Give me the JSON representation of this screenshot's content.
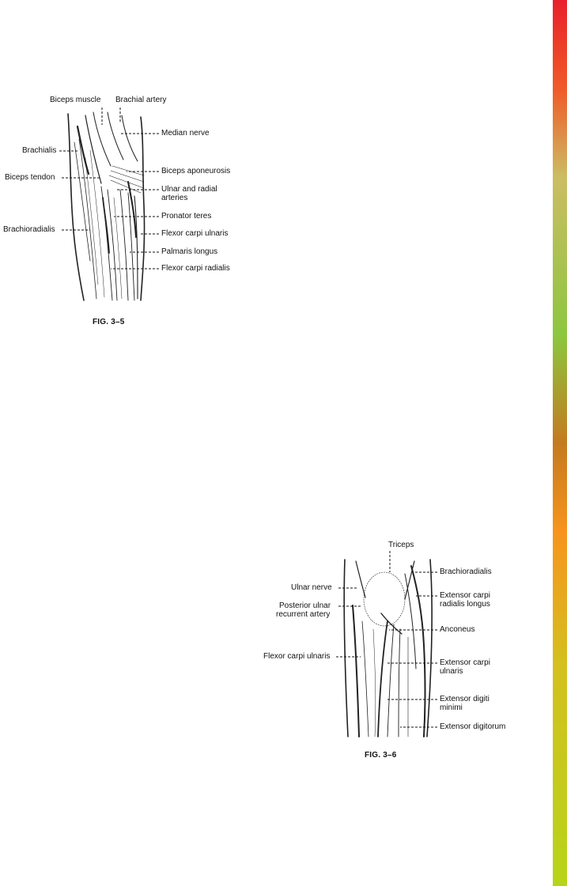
{
  "page_colors": {
    "background": "#ffffff",
    "edge_gradient": [
      "#e8202a",
      "#f05a28",
      "#cbbd63",
      "#8cc63f",
      "#c47a1e",
      "#f7941d",
      "#d4c01e",
      "#b7d41a"
    ]
  },
  "figure_3_5": {
    "caption": "FIG. 3–5",
    "labels": {
      "biceps_muscle": "Biceps muscle",
      "brachial_artery": "Brachial artery",
      "median_nerve": "Median nerve",
      "brachialis": "Brachialis",
      "biceps_aponeurosis": "Biceps aponeurosis",
      "biceps_tendon": "Biceps tendon",
      "ulnar_radial_arteries_1": "Ulnar and radial",
      "ulnar_radial_arteries_2": "arteries",
      "pronator_teres": "Pronator teres",
      "brachioradialis": "Brachioradialis",
      "flexor_carpi_ulnaris": "Flexor carpi ulnaris",
      "palmaris_longus": "Palmaris longus",
      "flexor_carpi_radialis": "Flexor carpi radialis"
    }
  },
  "figure_3_6": {
    "caption": "FIG. 3–6",
    "labels": {
      "triceps": "Triceps",
      "brachioradialis": "Brachioradialis",
      "ulnar_nerve": "Ulnar nerve",
      "extensor_carpi_radialis_longus_1": "Extensor carpi",
      "extensor_carpi_radialis_longus_2": "radialis longus",
      "posterior_ulnar_recurrent_artery_1": "Posterior ulnar",
      "posterior_ulnar_recurrent_artery_2": "recurrent artery",
      "anconeus": "Anconeus",
      "flexor_carpi_ulnaris": "Flexor carpi ulnaris",
      "extensor_carpi_ulnaris_1": "Extensor carpi",
      "extensor_carpi_ulnaris_2": "ulnaris",
      "extensor_digiti_minimi_1": "Extensor digiti",
      "extensor_digiti_minimi_2": "minimi",
      "extensor_digitorum": "Extensor digitorum"
    }
  }
}
